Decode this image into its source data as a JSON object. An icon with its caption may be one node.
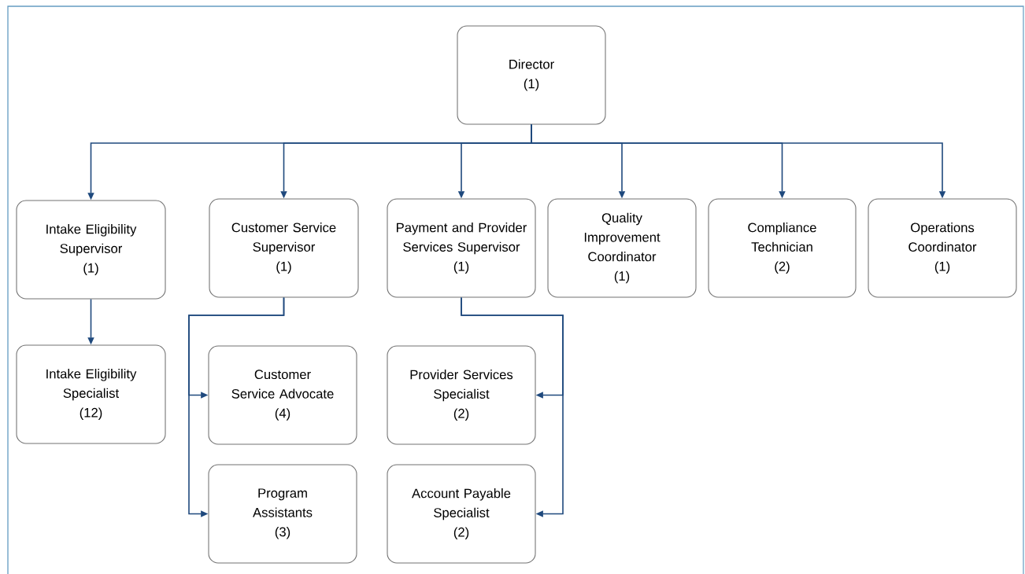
{
  "diagram": {
    "nodes": [
      {
        "text": [
          "Director",
          "(1)"
        ]
      },
      {
        "text": [
          "Intake Eligibility Supervisor",
          "(1)"
        ]
      },
      {
        "text": [
          "Customer Service Supervisor",
          "(1)"
        ]
      },
      {
        "text": [
          "Payment and Provider Services Supervisor",
          "(1)"
        ]
      },
      {
        "text": [
          "Quality Improvement Coordinator",
          "(1)"
        ]
      },
      {
        "text": [
          "Compliance Technician",
          "(2)"
        ]
      },
      {
        "text": [
          "Operations Coordinator",
          "(1)"
        ]
      },
      {
        "text": [
          "Intake Eligibility Specialist",
          "(12)"
        ]
      },
      {
        "text": [
          "Customer Service Advocate",
          "(4)"
        ]
      },
      {
        "text": [
          "Program Assistants",
          "(3)"
        ]
      },
      {
        "text": [
          "Provider Services Specialist",
          "(2)"
        ]
      },
      {
        "text": [
          "Account Payable Specialist",
          "(2)"
        ]
      }
    ],
    "edges": [
      {
        "from": 0,
        "to": 1,
        "arrow": "to"
      },
      {
        "from": 0,
        "to": 2,
        "arrow": "to"
      },
      {
        "from": 0,
        "to": 3,
        "arrow": "to"
      },
      {
        "from": 0,
        "to": 4,
        "arrow": "to"
      },
      {
        "from": 0,
        "to": 5,
        "arrow": "to"
      },
      {
        "from": 0,
        "to": 6,
        "arrow": "to"
      },
      {
        "from": 1,
        "to": 7,
        "arrow": "to"
      },
      {
        "from": 2,
        "to": 8,
        "arrow": "to"
      },
      {
        "from": 2,
        "to": 9,
        "arrow": "to"
      },
      {
        "from": 3,
        "to": 10,
        "arrow": "to"
      },
      {
        "from": 3,
        "to": 11,
        "arrow": "to"
      }
    ]
  }
}
